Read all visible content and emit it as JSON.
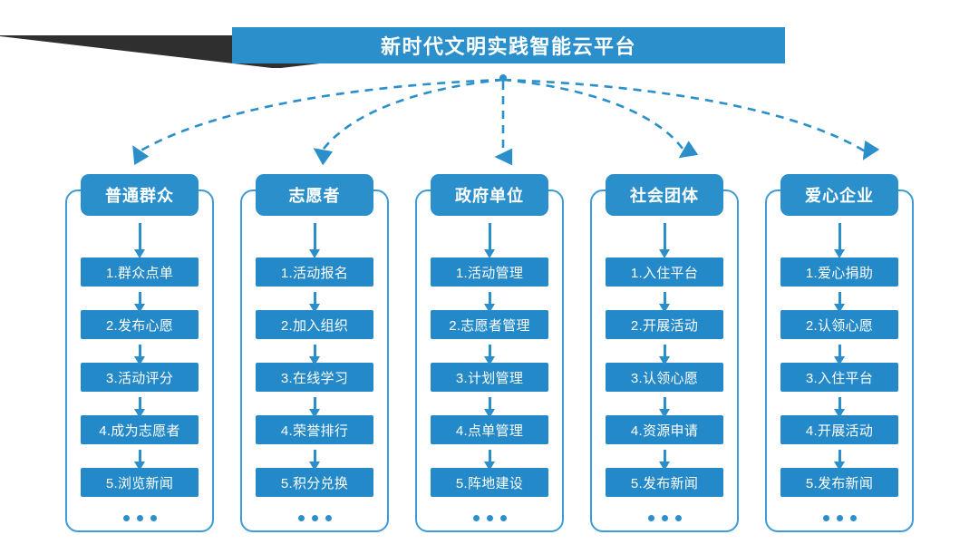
{
  "banner": {
    "title": "新时代文明实践智能云平台",
    "bg_color": "#2b8fcc",
    "shadow_color": "#2f2f2f",
    "text_color": "#ffffff"
  },
  "theme": {
    "primary_blue": "#2b8fcc",
    "item_blue": "#2389c8",
    "frame_blue": "#3f9bd6",
    "connector_blue": "#2b8fcc",
    "background": "#ffffff"
  },
  "ellipsis": {
    "symbol": "•••",
    "dot_count": 3
  },
  "columns": [
    {
      "id": "public",
      "header": "普通群众",
      "items": [
        "1.群众点单",
        "2.发布心愿",
        "3.活动评分",
        "4.成为志愿者",
        "5.浏览新闻"
      ]
    },
    {
      "id": "volunteer",
      "header": "志愿者",
      "items": [
        "1.活动报名",
        "2.加入组织",
        "3.在线学习",
        "4.荣誉排行",
        "5.积分兑换"
      ]
    },
    {
      "id": "government",
      "header": "政府单位",
      "items": [
        "1.活动管理",
        "2.志愿者管理",
        "3.计划管理",
        "4.点单管理",
        "5.阵地建设"
      ]
    },
    {
      "id": "social-group",
      "header": "社会团体",
      "items": [
        "1.入住平台",
        "2.开展活动",
        "3.认领心愿",
        "4.资源申请",
        "5.发布新闻"
      ]
    },
    {
      "id": "charity-enterprise",
      "header": "爱心企业",
      "items": [
        "1.爱心捐助",
        "2.认领心愿",
        "3.入住平台",
        "4.开展活动",
        "5.发布新闻"
      ]
    }
  ]
}
